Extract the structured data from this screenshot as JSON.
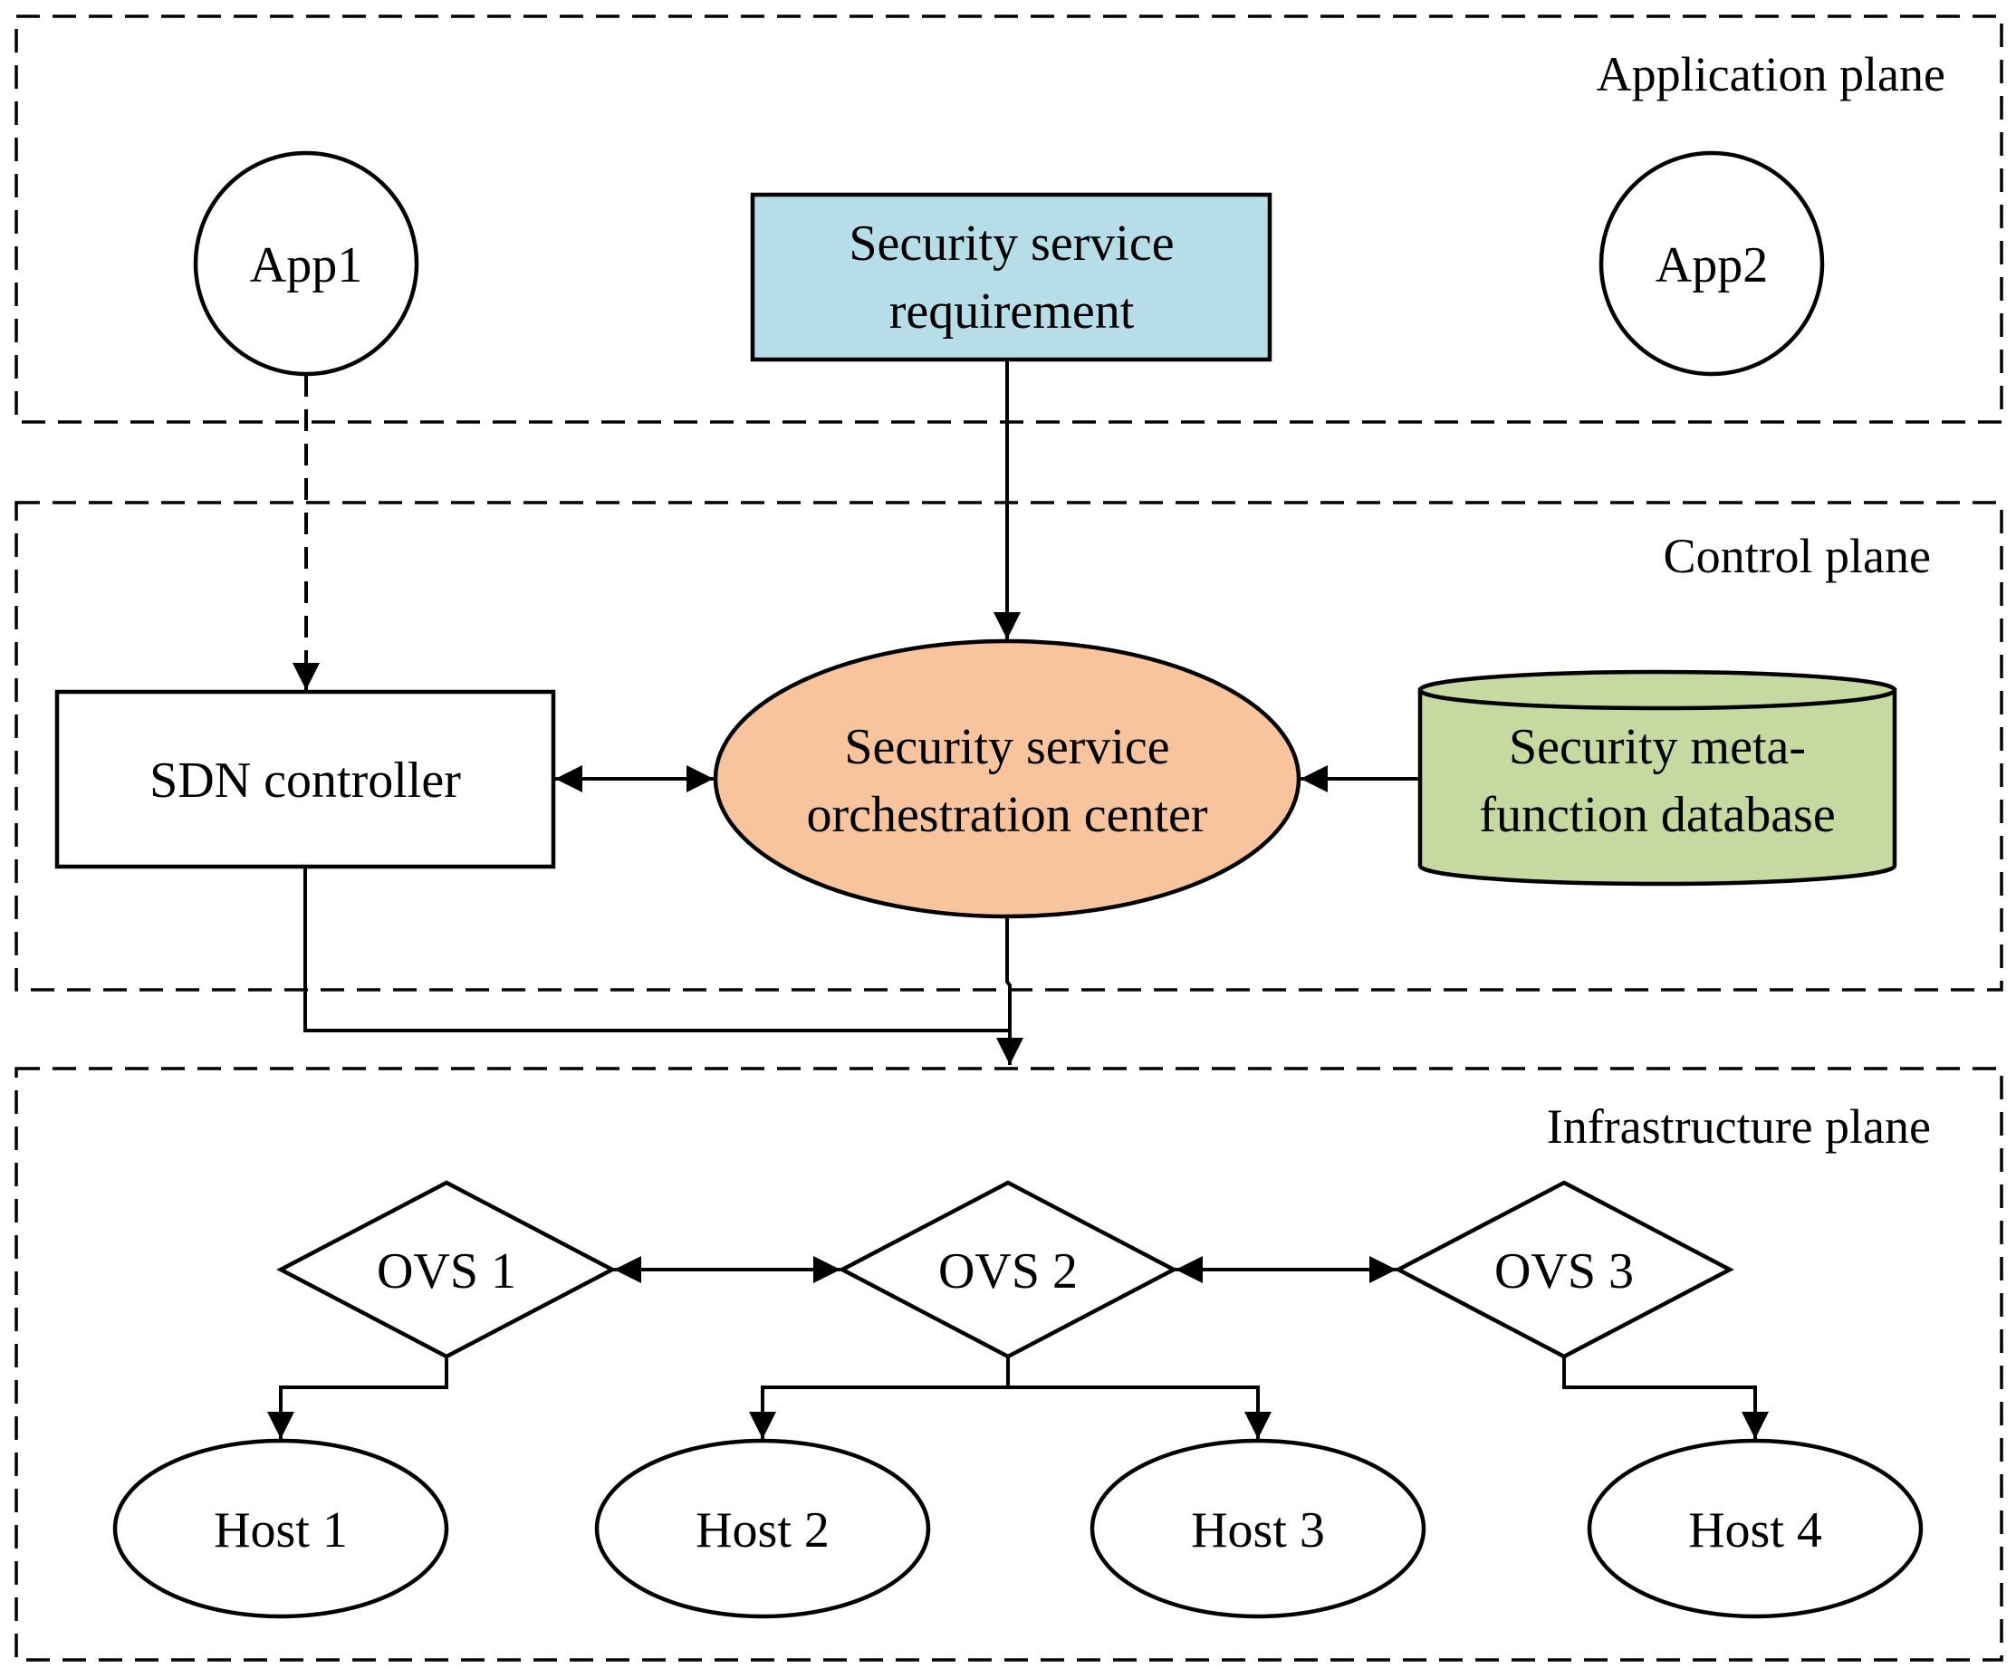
{
  "colors": {
    "requirement_fill": "#b7dde8",
    "orchestration_fill": "#f8c49d",
    "database_fill": "#c5d9a0",
    "stroke": "#000000",
    "background": "#ffffff"
  },
  "planes": {
    "application": "Application plane",
    "control": "Control plane",
    "infrastructure": "Infrastructure plane"
  },
  "application_plane": {
    "app1": "App1",
    "app2": "App2",
    "requirement": {
      "line1": "Security service",
      "line2": "requirement"
    }
  },
  "control_plane": {
    "sdn_controller": "SDN controller",
    "orchestration": {
      "line1": "Security service",
      "line2": "orchestration center"
    },
    "database": {
      "line1": "Security meta-",
      "line2": "function database"
    }
  },
  "infrastructure_plane": {
    "switches": [
      "OVS 1",
      "OVS 2",
      "OVS 3"
    ],
    "hosts": [
      "Host 1",
      "Host 2",
      "Host 3",
      "Host 4"
    ]
  },
  "icons": {
    "app": "circle-node",
    "requirement": "rectangle-node",
    "sdn_controller": "rectangle-node",
    "orchestration": "ellipse-node",
    "database": "cylinder-database-icon",
    "switch": "diamond-node",
    "host": "ellipse-node"
  }
}
